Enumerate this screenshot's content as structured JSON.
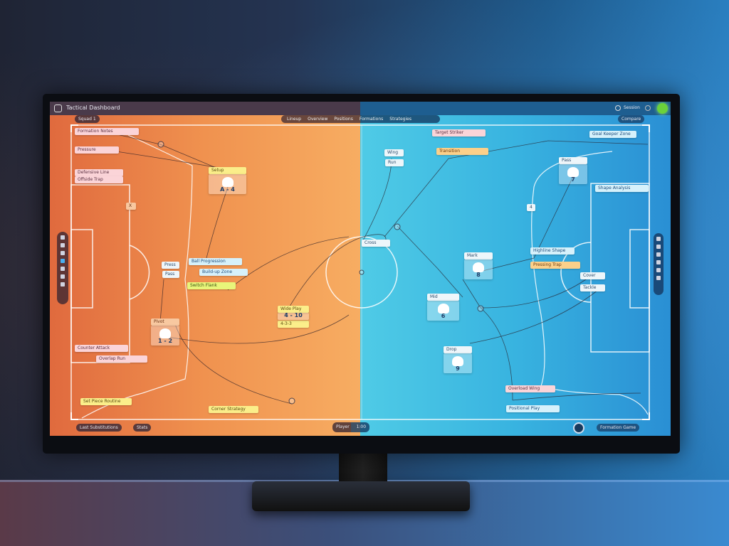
{
  "app": {
    "title": "Tactical Dashboard",
    "session_label": "Session",
    "colors": {
      "home": "#f0924f",
      "away": "#38b3e0",
      "avatar": "#6bd23a"
    }
  },
  "toolbar": {
    "squad_label": "Squad 1",
    "tabs": [
      "Lineup",
      "Overview",
      "Positions",
      "Formations",
      "Strategies"
    ],
    "compare_label": "Compare"
  },
  "footer": {
    "left_label": "Last Substitutions",
    "stats_label": "Stats",
    "center_label": "Player",
    "center_time": "1:00",
    "right_label": "Formation Game"
  },
  "cards": [
    "Formation Notes",
    "Pressure",
    "Defensive Line",
    "Offside Trap",
    "Setup",
    "X",
    "Press",
    "Pass",
    "Ball Progression",
    "Build-up Zone",
    "Switch Flank",
    "Pivot",
    "Wide Play",
    "4-3-3",
    "Counter Attack",
    "Overlap Run",
    "Set Piece Routine",
    "Corner Strategy",
    "Target Striker",
    "Transition",
    "Wing",
    "Run",
    "Goal Keeper Zone",
    "Pass",
    "Shape Analysis",
    "4",
    "Cross",
    "Mark",
    "Highline Shape",
    "Pressing Trap",
    "Cover",
    "Tackle",
    "Mid",
    "Drop",
    "Overload Wing",
    "Positional Play"
  ],
  "player_cards": [
    {
      "label": "A - 4"
    },
    {
      "label": "1 - 2"
    },
    {
      "label": "4 - 10"
    },
    {
      "label": "7"
    },
    {
      "label": "8"
    },
    {
      "label": "6"
    },
    {
      "label": "9"
    }
  ]
}
